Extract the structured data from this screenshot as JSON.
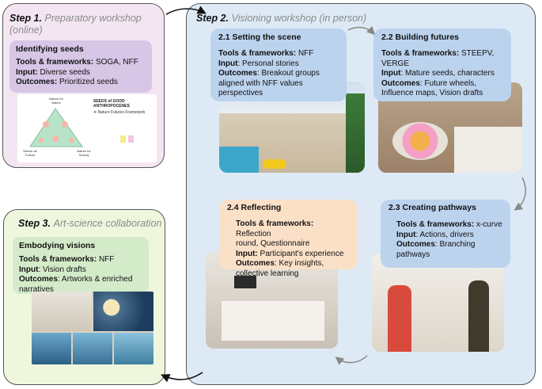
{
  "step1": {
    "num": "Step 1.",
    "name": "Preparatory workshop",
    "mode": "(online)",
    "panel_title": "Identifying seeds",
    "rows": [
      {
        "key": "Tools & frameworks:",
        "val": " SOGA, NFF"
      },
      {
        "key": "Input:",
        "val": " Diverse seeds"
      },
      {
        "key": "Outcomes:",
        "val": " Prioritized seeds"
      }
    ],
    "triangle_labels": {
      "top": "Nature for Nature",
      "left": "Nature as Culture",
      "right": "Nature for Society"
    },
    "logo_seeds": "SEEDS of GOOD ANTHROPOCENES",
    "logo_nff": "Nature Futures Framework"
  },
  "step2": {
    "num": "Step 2.",
    "name": "Visioning workshop (in person)",
    "sub21": {
      "title": "2.1 Setting the scene",
      "rows": [
        {
          "key": "Tools & frameworks:",
          "val": " NFF"
        },
        {
          "key": "Input",
          "val": ": Personal stories"
        },
        {
          "key": "Outcomes",
          "val": ": Breakout groups"
        }
      ],
      "extra": [
        "aligned with NFF values",
        "perspectives"
      ]
    },
    "sub22": {
      "title": "2.2 Building futures",
      "rows": [
        {
          "key": "Tools & frameworks:",
          "val": " STEEPV,"
        }
      ],
      "extra1": "VERGE",
      "rows2": [
        {
          "key": "Input",
          "val": ": Mature seeds, characters"
        },
        {
          "key": "Outcomes",
          "val": ": Future wheels,"
        }
      ],
      "extra2": "Influence maps, Vision drafts"
    },
    "sub23": {
      "title": "2.3 Creating pathways",
      "rows": [
        {
          "key": "Tools & frameworks:",
          "val": " x-curve"
        },
        {
          "key": "Input",
          "val": ": Actions, drivers"
        },
        {
          "key": "Outcomes",
          "val": ": Branching"
        }
      ],
      "extra": "pathways"
    },
    "sub24": {
      "title": "2.4 Reflecting",
      "rows": [
        {
          "key": "Tools & frameworks:",
          "val": " Reflection"
        }
      ],
      "extra1": "round, Questionnaire",
      "rows2": [
        {
          "key": "Input:",
          "val": " Participant's experience"
        },
        {
          "key": "Outcomes",
          "val": ": Key insights,"
        }
      ],
      "extra2": "collective learning"
    }
  },
  "step3": {
    "num": "Step 3.",
    "name": "Art-science collaboration",
    "panel_title": "Embodying visions",
    "rows": [
      {
        "key": "Tools & frameworks:",
        "val": " NFF"
      },
      {
        "key": "Input",
        "val": ": Vision drafts"
      },
      {
        "key": "Outcomes",
        "val": ": Artworks & enriched"
      }
    ],
    "extra": "narratives"
  },
  "colors": {
    "step1_bg": "#f3e6f2",
    "step1_panel": "#d8c6e6",
    "step2_bg": "#ddeaf6",
    "step2_panel": "#bcd3ee",
    "step24_panel": "#fbe0c8",
    "step3_bg": "#eef7dd",
    "step3_panel": "#d4ebc9"
  }
}
